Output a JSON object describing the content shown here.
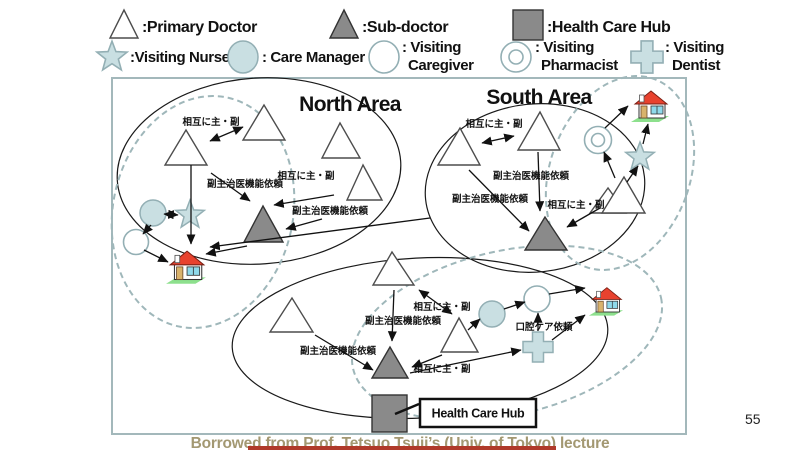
{
  "legend": {
    "primary_doctor": ":Primary Doctor",
    "sub_doctor": ":Sub-doctor",
    "health_care_hub": ":Health Care Hub",
    "visiting_nurse": ":Visiting Nurse",
    "care_manager": ": Care Manager",
    "visiting_caregiver_l1": ": Visiting",
    "visiting_caregiver_l2": "Caregiver",
    "visiting_pharmacist_l1": ": Visiting",
    "visiting_pharmacist_l2": "Pharmacist",
    "visiting_dentist_l1": ": Visiting",
    "visiting_dentist_l2": "Dentist"
  },
  "diagram": {
    "north_area_title": "North Area",
    "south_area_title": "South Area",
    "hub_box_label": "Health Care Hub",
    "labels": {
      "mutual_primary_secondary": "相互に主・副",
      "sub_doctor_function_request": "副主治医機能依頼",
      "oral_care_request": "口腔ケア依頼"
    }
  },
  "footer": {
    "caption": "Borrowed from Prof. Tetsuo Tsuji’s (Univ. of Tokyo) lecture",
    "page_number": "55"
  },
  "colors": {
    "icon_fill": "#c9dfe2",
    "icon_stroke": "#93afb4",
    "gray_fill": "#8a8a8a",
    "dashed_ellipse": "#9fb7ba",
    "caption_text": "#a39872",
    "bottom_bar_red": "#b03a2a",
    "house_roof_red": "#e8422e",
    "house_grass_green": "#8de08d"
  }
}
